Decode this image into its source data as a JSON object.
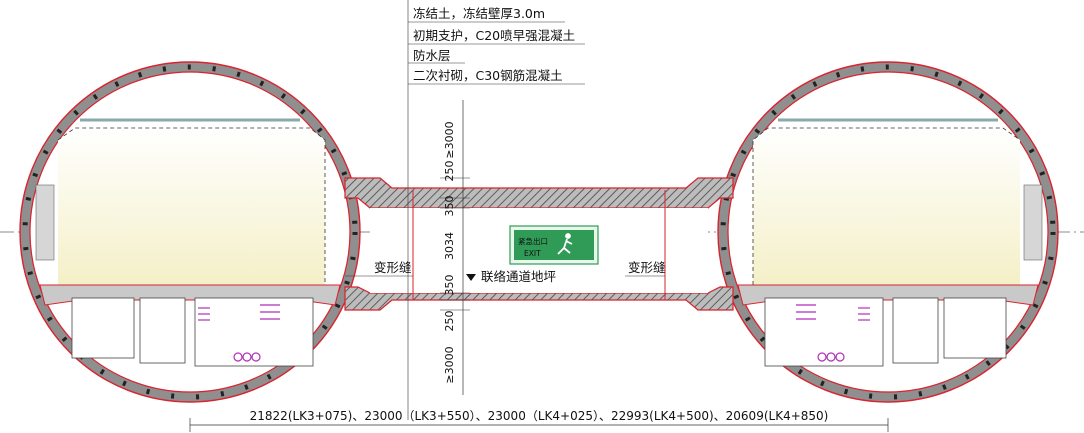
{
  "legend": [
    "冻结土，冻结壁厚3.0m",
    "初期支护，C20喷早强混凝土",
    "防水层",
    "二次衬砌，C30钢筋混凝土"
  ],
  "labels": {
    "deform_left": "变形缝",
    "deform_right": "变形缝",
    "floor": "联络通道地坪",
    "bottom_dims": "21822(LK3+075)、23000（LK3+550）、23000（LK4+025）、22993(LK4+500)、20609(LK4+850)"
  },
  "vertical_dims": [
    "≥3000",
    "250",
    "350",
    "3034",
    "350",
    "250",
    "≥3000"
  ],
  "exit_sign": {
    "cn": "紧急出口",
    "en": "EXIT"
  },
  "colors": {
    "outline": "#d9232e",
    "ring_fill": "#8f8f8f",
    "lining": "#c9c9c9",
    "hatch": "#555555",
    "exit_green": "#2f9b57",
    "pipe_magenta": "#b02fb8"
  }
}
